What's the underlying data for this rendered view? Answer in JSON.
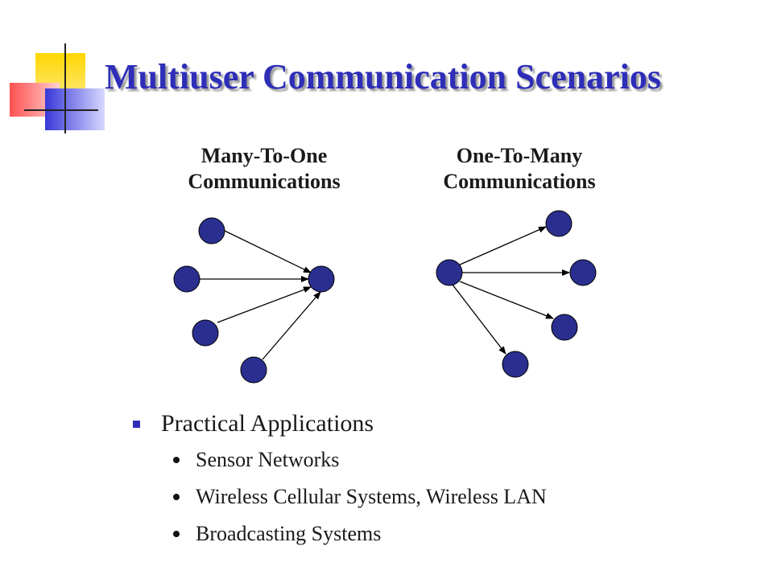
{
  "title": "Multiuser Communication Scenarios",
  "diagrams": {
    "left": {
      "line1": "Many-To-One",
      "line2": "Communications"
    },
    "right": {
      "line1": "One-To-Many",
      "line2": "Communications"
    }
  },
  "colors": {
    "accent": "#2e2eb8",
    "node_fill": "#2a2f8f",
    "deco_yellow": "#ffd700",
    "deco_red": "#ff5050",
    "deco_blue": "#3838d8"
  },
  "bullets": {
    "main": "Practical Applications",
    "items": [
      "Sensor Networks",
      "Wireless Cellular Systems, Wireless LAN",
      "Broadcasting Systems"
    ]
  }
}
